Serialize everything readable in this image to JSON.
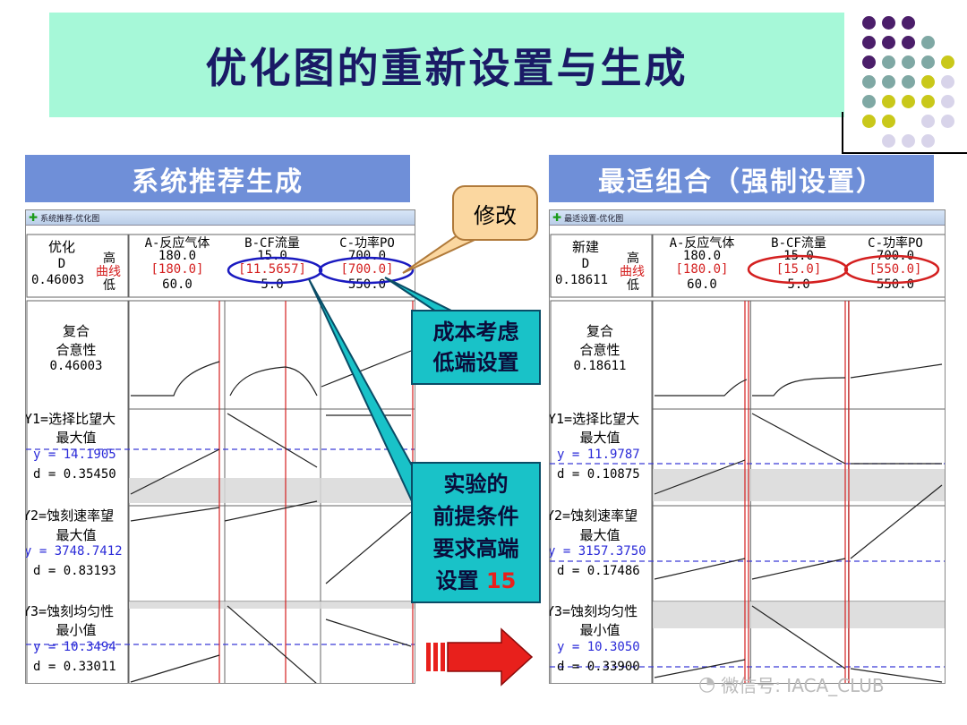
{
  "slide": {
    "title": "优化图的重新设置与生成",
    "left_header": "系统推荐生成",
    "right_header": "最适组合（强制设置）",
    "watermark": "微信号: IACA_CLUB"
  },
  "left_window": {
    "title": "系统推荐-优化图",
    "opt_label": "优化",
    "d_label": "D",
    "d_value": "0.46003",
    "high": "高",
    "curve": "曲线",
    "low": "低",
    "factors": [
      {
        "name": "A-反应气体",
        "high": "180.0",
        "current": "[180.0]",
        "low": "60.0"
      },
      {
        "name": "B-CF流量",
        "high": "15.0",
        "current": "[11.5657]",
        "low": "5.0"
      },
      {
        "name": "C-功率PO",
        "high": "700.0",
        "current": "[700.0]",
        "low": "550.0"
      }
    ],
    "rows": [
      {
        "line1": "复合",
        "line2": "合意性",
        "line3": "0.46003",
        "line4": ""
      },
      {
        "line1": "Y1=选择比望大",
        "line2": "最大值",
        "line3": "y = 14.1905",
        "line4": "d = 0.35450"
      },
      {
        "line1": "Y2=蚀刻速率望",
        "line2": "最大值",
        "line3": "y = 3748.7412",
        "line4": "d = 0.83193"
      },
      {
        "line1": "Y3=蚀刻均匀性",
        "line2": "最小值",
        "line3": "y = 10.3494",
        "line4": "d = 0.33011"
      }
    ]
  },
  "right_window": {
    "title": "最适设置-优化图",
    "opt_label": "新建",
    "d_label": "D",
    "d_value": "0.18611",
    "high": "高",
    "curve": "曲线",
    "low": "低",
    "factors": [
      {
        "name": "A-反应气体",
        "high": "180.0",
        "current": "[180.0]",
        "low": "60.0"
      },
      {
        "name": "B-CF流量",
        "high": "15.0",
        "current": "[15.0]",
        "low": "5.0"
      },
      {
        "name": "C-功率PO",
        "high": "700.0",
        "current": "[550.0]",
        "low": "550.0"
      }
    ],
    "rows": [
      {
        "line1": "复合",
        "line2": "合意性",
        "line3": "0.18611",
        "line4": ""
      },
      {
        "line1": "Y1=选择比望大",
        "line2": "最大值",
        "line3": "y = 11.9787",
        "line4": "d = 0.10875"
      },
      {
        "line1": "Y2=蚀刻速率望",
        "line2": "最大值",
        "line3": "y = 3157.3750",
        "line4": "d = 0.17486"
      },
      {
        "line1": "Y3=蚀刻均匀性",
        "line2": "最小值",
        "line3": "y = 10.3050",
        "line4": "d = 0.33900"
      }
    ]
  },
  "callouts": {
    "modify": "修改",
    "cost_line1": "成本考虑",
    "cost_line2": "低端设置",
    "premise_line1": "实验的",
    "premise_line2": "前提条件",
    "premise_line3": "要求高端",
    "premise_line4": "设置",
    "premise_number": "15"
  },
  "colors": {
    "title_bg": "#a6f8d8",
    "title_text": "#1a1a66",
    "header_bg": "#6f8fd8",
    "callout_bg": "#19c2c8",
    "bubble_bg": "#fbd7a0",
    "arrow": "#e8201c",
    "marker_red": "#d42020",
    "ellipse_blue": "#1a1ac0",
    "ellipse_red": "#d42020",
    "y_value_blue": "#2a2ad8",
    "premise_number_red": "#e8201c"
  }
}
